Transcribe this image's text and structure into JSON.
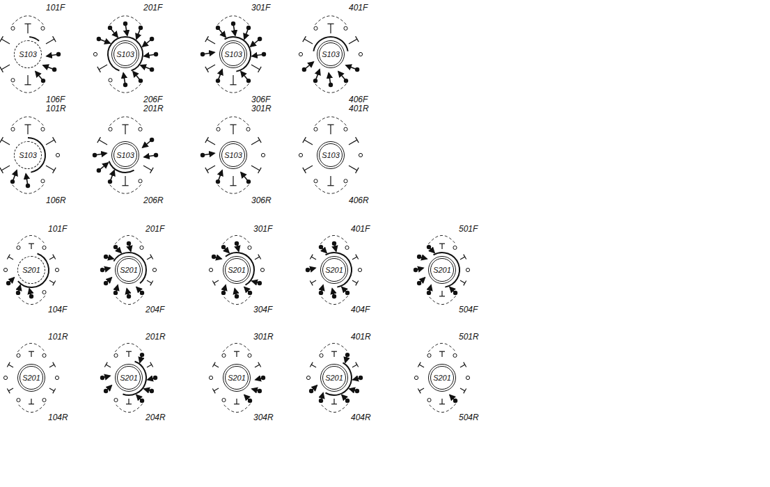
{
  "diagram": {
    "nodes": [
      {
        "text": [
          "S103"
        ]
      },
      {
        "text": [
          "S103"
        ]
      },
      {
        "text": [
          "S103"
        ]
      },
      {
        "text": [
          "S103"
        ]
      },
      {
        "text": [
          "S103"
        ]
      },
      {
        "text": [
          "S103"
        ]
      },
      {
        "text": [
          "S103"
        ]
      },
      {
        "text": [
          "S103"
        ]
      },
      {
        "text": [
          "S201"
        ]
      },
      {
        "text": [
          "S201"
        ]
      },
      {
        "text": [
          "S201"
        ]
      },
      {
        "text": [
          "S201"
        ]
      },
      {
        "text": [
          "S201"
        ]
      },
      {
        "text": [
          "S201"
        ]
      },
      {
        "text": [
          "S201"
        ]
      },
      {
        "text": [
          "S201"
        ]
      },
      {
        "text": [
          "S201"
        ]
      },
      {
        "text": [
          "S201"
        ]
      }
    ],
    "edges": [],
    "labels": [
      "101F",
      "106F",
      "201F",
      "206F",
      "301F",
      "306F",
      "401F",
      "406F",
      "101R",
      "106R",
      "201R",
      "206R",
      "301R",
      "306R",
      "401R",
      "406R",
      "101F",
      "104F",
      "201F",
      "204F",
      "301F",
      "304F",
      "401F",
      "404F",
      "501F",
      "504F",
      "101R",
      "104R",
      "201R",
      "204R",
      "301R",
      "304R",
      "401R",
      "404R",
      "501R",
      "504R"
    ]
  }
}
